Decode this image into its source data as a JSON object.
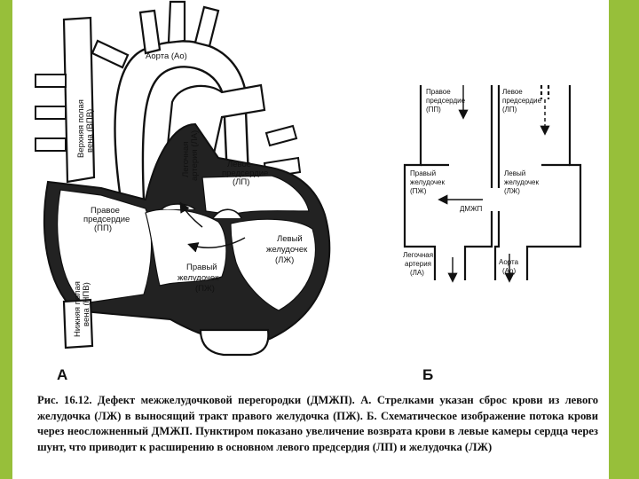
{
  "colors": {
    "frame": "#97bf3a",
    "page": "#ffffff",
    "ink": "#111111"
  },
  "panel_a": {
    "letter": "А",
    "labels": {
      "aorta": "Аорта (Ао)",
      "svc_1": "Верхняя полая",
      "svc_2": "вена (ВПВ)",
      "pa_1": "Легочная",
      "pa_2": "артерия (ЛА)",
      "la_1": "Левое",
      "la_2": "предсердие",
      "la_3": "(ЛП)",
      "ra_1": "Правое",
      "ra_2": "предсердие",
      "ra_3": "(ПП)",
      "lv_1": "Левый",
      "lv_2": "желудочек",
      "lv_3": "(ЛЖ)",
      "rv_1": "Правый",
      "rv_2": "желудочек",
      "rv_3": "(ПЖ)",
      "ivc_1": "Нижняя полая",
      "ivc_2": "вена (НПВ)"
    }
  },
  "panel_b": {
    "letter": "Б",
    "labels": {
      "ra_1": "Правое",
      "ra_2": "предсердие",
      "ra_3": "(ПП)",
      "la_1": "Левое",
      "la_2": "предсердие",
      "la_3": "(ЛП)",
      "rv_1": "Правый",
      "rv_2": "желудочек",
      "rv_3": "(ПЖ)",
      "lv_1": "Левый",
      "lv_2": "желудочек",
      "lv_3": "(ЛЖ)",
      "vsd": "ДМЖП",
      "pa_1": "Легочная",
      "pa_2": "артерия",
      "pa_3": "(ЛА)",
      "ao_1": "Аорта",
      "ao_2": "(Ао)"
    }
  },
  "caption": {
    "lead": "Рис. 16.12. Дефект межжелудочковой перегородки (ДМЖП). А.",
    "body": " Стрелками указан сброс крови из левого желудочка (ЛЖ) в выносящий тракт правого желудочка (ПЖ). Б. Схематическое изображение потока крови через неосложненный ДМЖП. Пунктиром показано увеличение возврата крови в левые камеры сердца через шунт, что приводит к расширению в основном левого предсердия (ЛП) и желудочка (ЛЖ)"
  }
}
